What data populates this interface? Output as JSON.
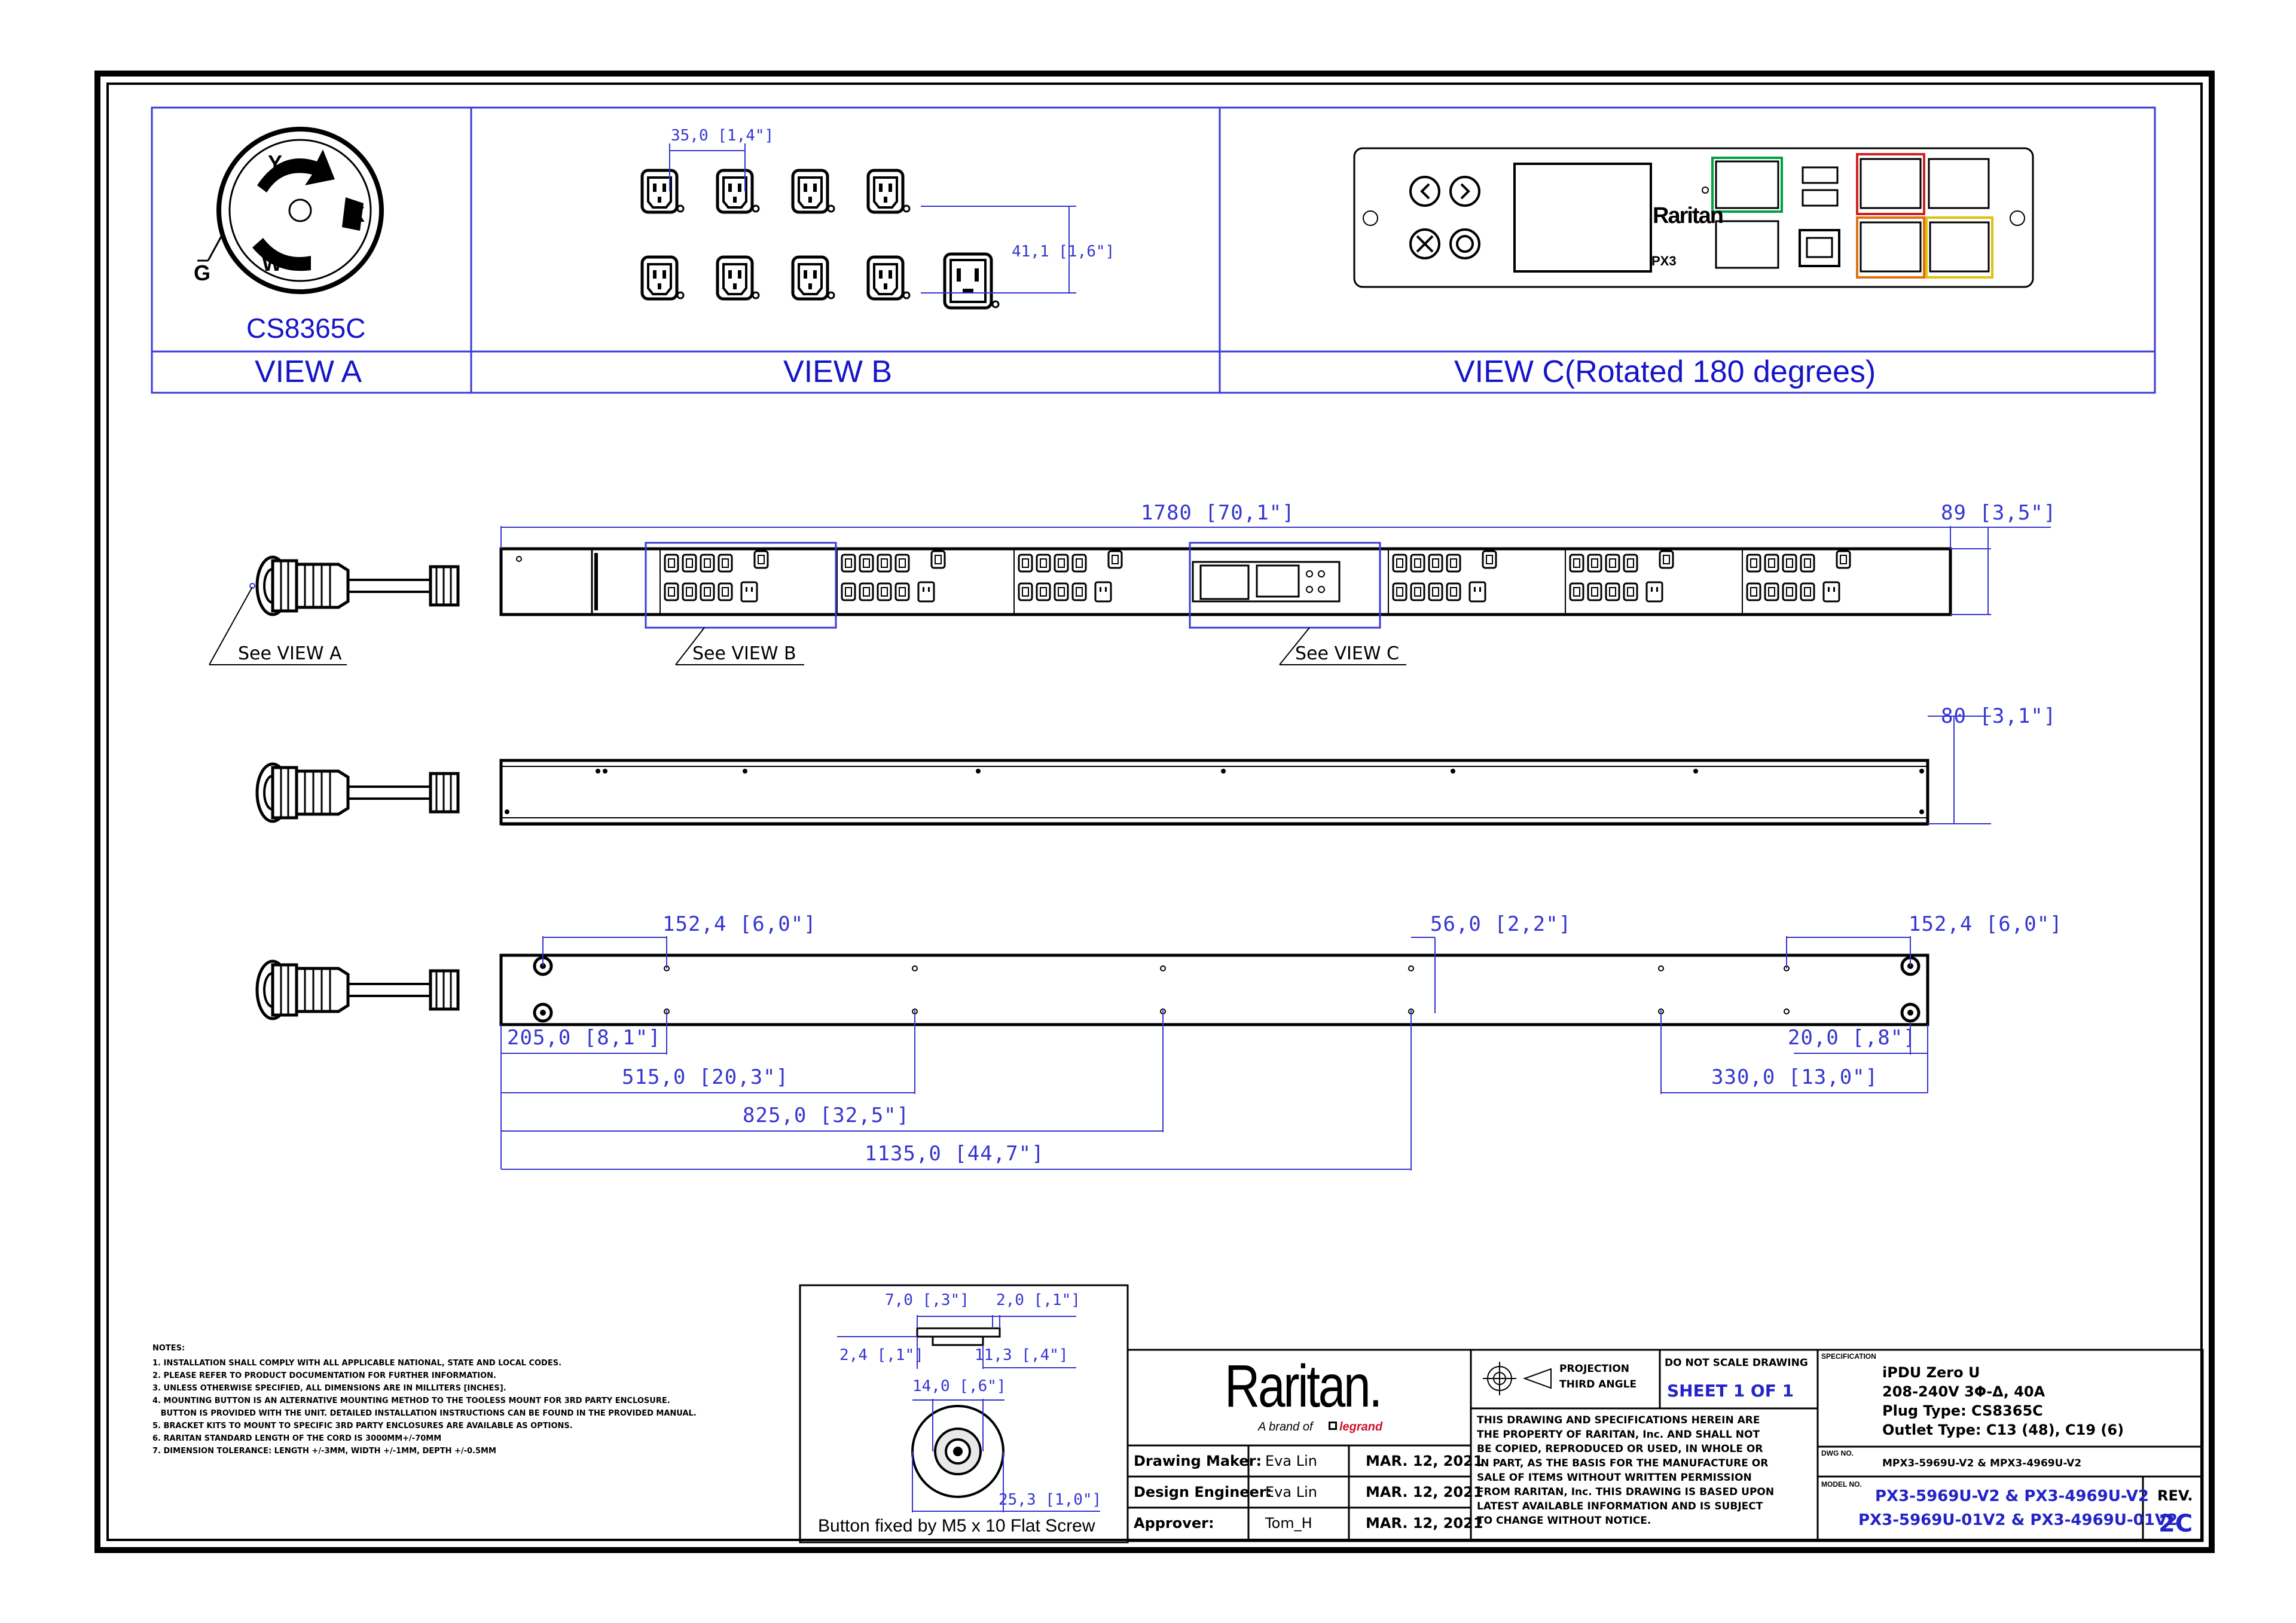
{
  "views": {
    "a": {
      "part": "CS8365C",
      "title": "VIEW A",
      "pins": [
        "Y",
        "X",
        "W",
        "G"
      ]
    },
    "b": {
      "title": "VIEW B",
      "dim_width": "35,0 [1,4\"]",
      "dim_height": "41,1 [1,6\"]"
    },
    "c": {
      "title": "VIEW C(Rotated 180 degrees)",
      "brand": "Raritan",
      "model_mark": "PX3"
    }
  },
  "front_view": {
    "dim_length": "1780 [70,1\"]",
    "dim_width": "89 [3,5\"]",
    "callouts": [
      "See VIEW A",
      "See VIEW B",
      "See VIEW C"
    ]
  },
  "side_view": {
    "dim_depth": "80 [3,1\"]"
  },
  "rear_view": {
    "dims": {
      "left_top": "152,4 [6,0\"]",
      "mid_top": "56,0 [2,2\"]",
      "right_top": "152,4 [6,0\"]",
      "d205": "205,0 [8,1\"]",
      "d515": "515,0 [20,3\"]",
      "d825": "825,0 [32,5\"]",
      "d1135": "1135,0 [44,7\"]",
      "d20": "20,0 [,8\"]",
      "d330": "330,0 [13,0\"]"
    }
  },
  "button_detail": {
    "caption": "Button fixed by M5 x 10 Flat Screw",
    "d7": "7,0 [,3\"]",
    "d2": "2,0 [,1\"]",
    "d24": "2,4 [,1\"]",
    "d113": "11,3 [,4\"]",
    "d14": "14,0 [,6\"]",
    "d253": "25,3 [1,0\"]"
  },
  "notes": {
    "heading": "NOTES:",
    "items": [
      "1. INSTALLATION SHALL COMPLY WITH ALL APPLICABLE NATIONAL, STATE AND LOCAL CODES.",
      "2. PLEASE REFER TO PRODUCT DOCUMENTATION FOR FURTHER INFORMATION.",
      "3. UNLESS OTHERWISE SPECIFIED, ALL DIMENSIONS ARE IN MILLITERS [INCHES].",
      "4. MOUNTING BUTTON IS AN ALTERNATIVE MOUNTING METHOD TO THE TOOLESS MOUNT FOR 3RD PARTY ENCLOSURE.",
      "   BUTTON IS PROVIDED WITH THE UNIT. DETAILED INSTALLATION INSTRUCTIONS CAN BE FOUND IN THE PROVIDED MANUAL.",
      "5. BRACKET KITS TO MOUNT TO SPECIFIC 3RD PARTY ENCLOSURES ARE AVAILABLE AS OPTIONS.",
      "6. RARITAN STANDARD LENGTH OF THE CORD IS 3000MM+/-70MM",
      "7. DIMENSION TOLERANCE: LENGTH +/-3MM, WIDTH +/-1MM, DEPTH +/-0.5MM"
    ]
  },
  "title_block": {
    "logo": "Raritan.",
    "tagline_prefix": "A brand of",
    "tagline_brand": "legrand",
    "rows": [
      {
        "label": "Drawing Maker:",
        "name": "Eva Lin",
        "date": "MAR. 12, 2021"
      },
      {
        "label": "Design Engineer:",
        "name": "Eva Lin",
        "date": "MAR. 12, 2021"
      },
      {
        "label": "Approver:",
        "name": "Tom_H",
        "date": "MAR. 12, 2021"
      }
    ],
    "projection": "PROJECTION",
    "third_angle": "THIRD ANGLE",
    "do_not_scale": "DO NOT SCALE DRAWING",
    "sheet": "SHEET 1 OF 1",
    "disclaimer": [
      "THIS DRAWING AND SPECIFICATIONS HEREIN ARE",
      "THE PROPERTY OF RARITAN, Inc. AND SHALL NOT",
      "BE COPIED, REPRODUCED OR USED, IN WHOLE OR",
      "IN PART, AS THE BASIS FOR THE MANUFACTURE OR",
      "SALE OF ITEMS WITHOUT WRITTEN PERMISSION",
      "FROM RARITAN, Inc. THIS DRAWING IS BASED UPON",
      "LATEST AVAILABLE INFORMATION AND IS SUBJECT",
      "TO CHANGE WITHOUT NOTICE."
    ],
    "spec_label": "SPECIFICATION",
    "spec": [
      "iPDU Zero U",
      "208-240V 3Φ-Δ, 40A",
      "Plug Type: CS8365C",
      "Outlet Type: C13 (48), C19 (6)"
    ],
    "dwg_label": "DWG NO.",
    "dwg_no": "MPX3-5969U-V2 & MPX3-4969U-V2",
    "model_label": "MODEL NO.",
    "model_lines": [
      "PX3-5969U-V2 & PX3-4969U-V2",
      "PX3-5969U-01V2 & PX3-4969U-01V2"
    ],
    "rev_label": "REV.",
    "rev": "2C"
  }
}
